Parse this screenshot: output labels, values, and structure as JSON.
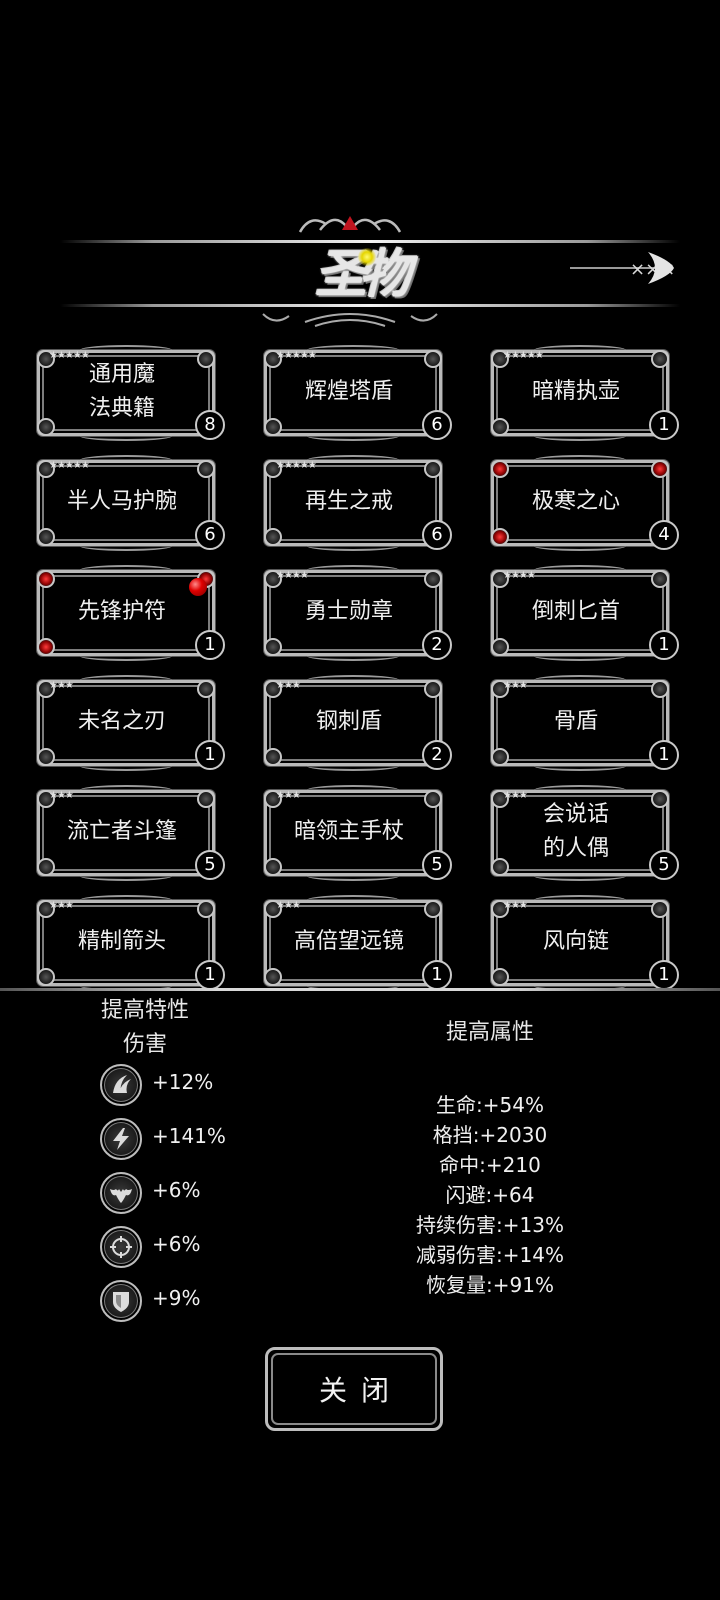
{
  "header": {
    "title": "圣物",
    "back_icon": "ornate-arrow-icon"
  },
  "relics": [
    {
      "name": "通用魔\n法典籍",
      "stars": 5,
      "count": "8",
      "variant": "normal"
    },
    {
      "name": "辉煌塔盾",
      "stars": 5,
      "count": "6",
      "variant": "normal"
    },
    {
      "name": "暗精执壶",
      "stars": 5,
      "count": "1",
      "variant": "normal"
    },
    {
      "name": "半人马护腕",
      "stars": 5,
      "count": "6",
      "variant": "normal"
    },
    {
      "name": "再生之戒",
      "stars": 5,
      "count": "6",
      "variant": "normal"
    },
    {
      "name": "极寒之心",
      "stars": 0,
      "count": "4",
      "variant": "red"
    },
    {
      "name": "先锋护符",
      "stars": 0,
      "count": "1",
      "variant": "red-gem"
    },
    {
      "name": "勇士勋章",
      "stars": 4,
      "count": "2",
      "variant": "normal"
    },
    {
      "name": "倒刺匕首",
      "stars": 4,
      "count": "1",
      "variant": "normal"
    },
    {
      "name": "未名之刃",
      "stars": 3,
      "count": "1",
      "variant": "normal"
    },
    {
      "name": "钢刺盾",
      "stars": 3,
      "count": "2",
      "variant": "normal"
    },
    {
      "name": "骨盾",
      "stars": 3,
      "count": "1",
      "variant": "normal"
    },
    {
      "name": "流亡者斗篷",
      "stars": 3,
      "count": "5",
      "variant": "normal"
    },
    {
      "name": "暗领主手杖",
      "stars": 3,
      "count": "5",
      "variant": "normal"
    },
    {
      "name": "会说话\n的人偶",
      "stars": 3,
      "count": "5",
      "variant": "normal"
    },
    {
      "name": "精制箭头",
      "stars": 3,
      "count": "1",
      "variant": "normal"
    },
    {
      "name": "高倍望远镜",
      "stars": 3,
      "count": "1",
      "variant": "normal"
    },
    {
      "name": "风向链",
      "stars": 3,
      "count": "1",
      "variant": "normal"
    }
  ],
  "traits": {
    "title": "提高特性伤害",
    "items": [
      {
        "icon": "claw-icon",
        "value": "+12%"
      },
      {
        "icon": "lightning-icon",
        "value": "+141%"
      },
      {
        "icon": "bat-icon",
        "value": "+6%"
      },
      {
        "icon": "crosshair-icon",
        "value": "+6%"
      },
      {
        "icon": "shield-icon",
        "value": "+9%"
      }
    ]
  },
  "attributes": {
    "title": "提高属性",
    "items": [
      "生命:+54%",
      "格挡:+2030",
      "命中:+210",
      "闪避:+64",
      "持续伤害:+13%",
      "减弱伤害:+14%",
      "恢复量:+91%"
    ]
  },
  "close_button": {
    "label": "关闭"
  },
  "colors": {
    "background": "#000000",
    "frame_silver": "#b9b9b9",
    "gem_red": "#e00000",
    "title_glow": "#e5d500"
  }
}
